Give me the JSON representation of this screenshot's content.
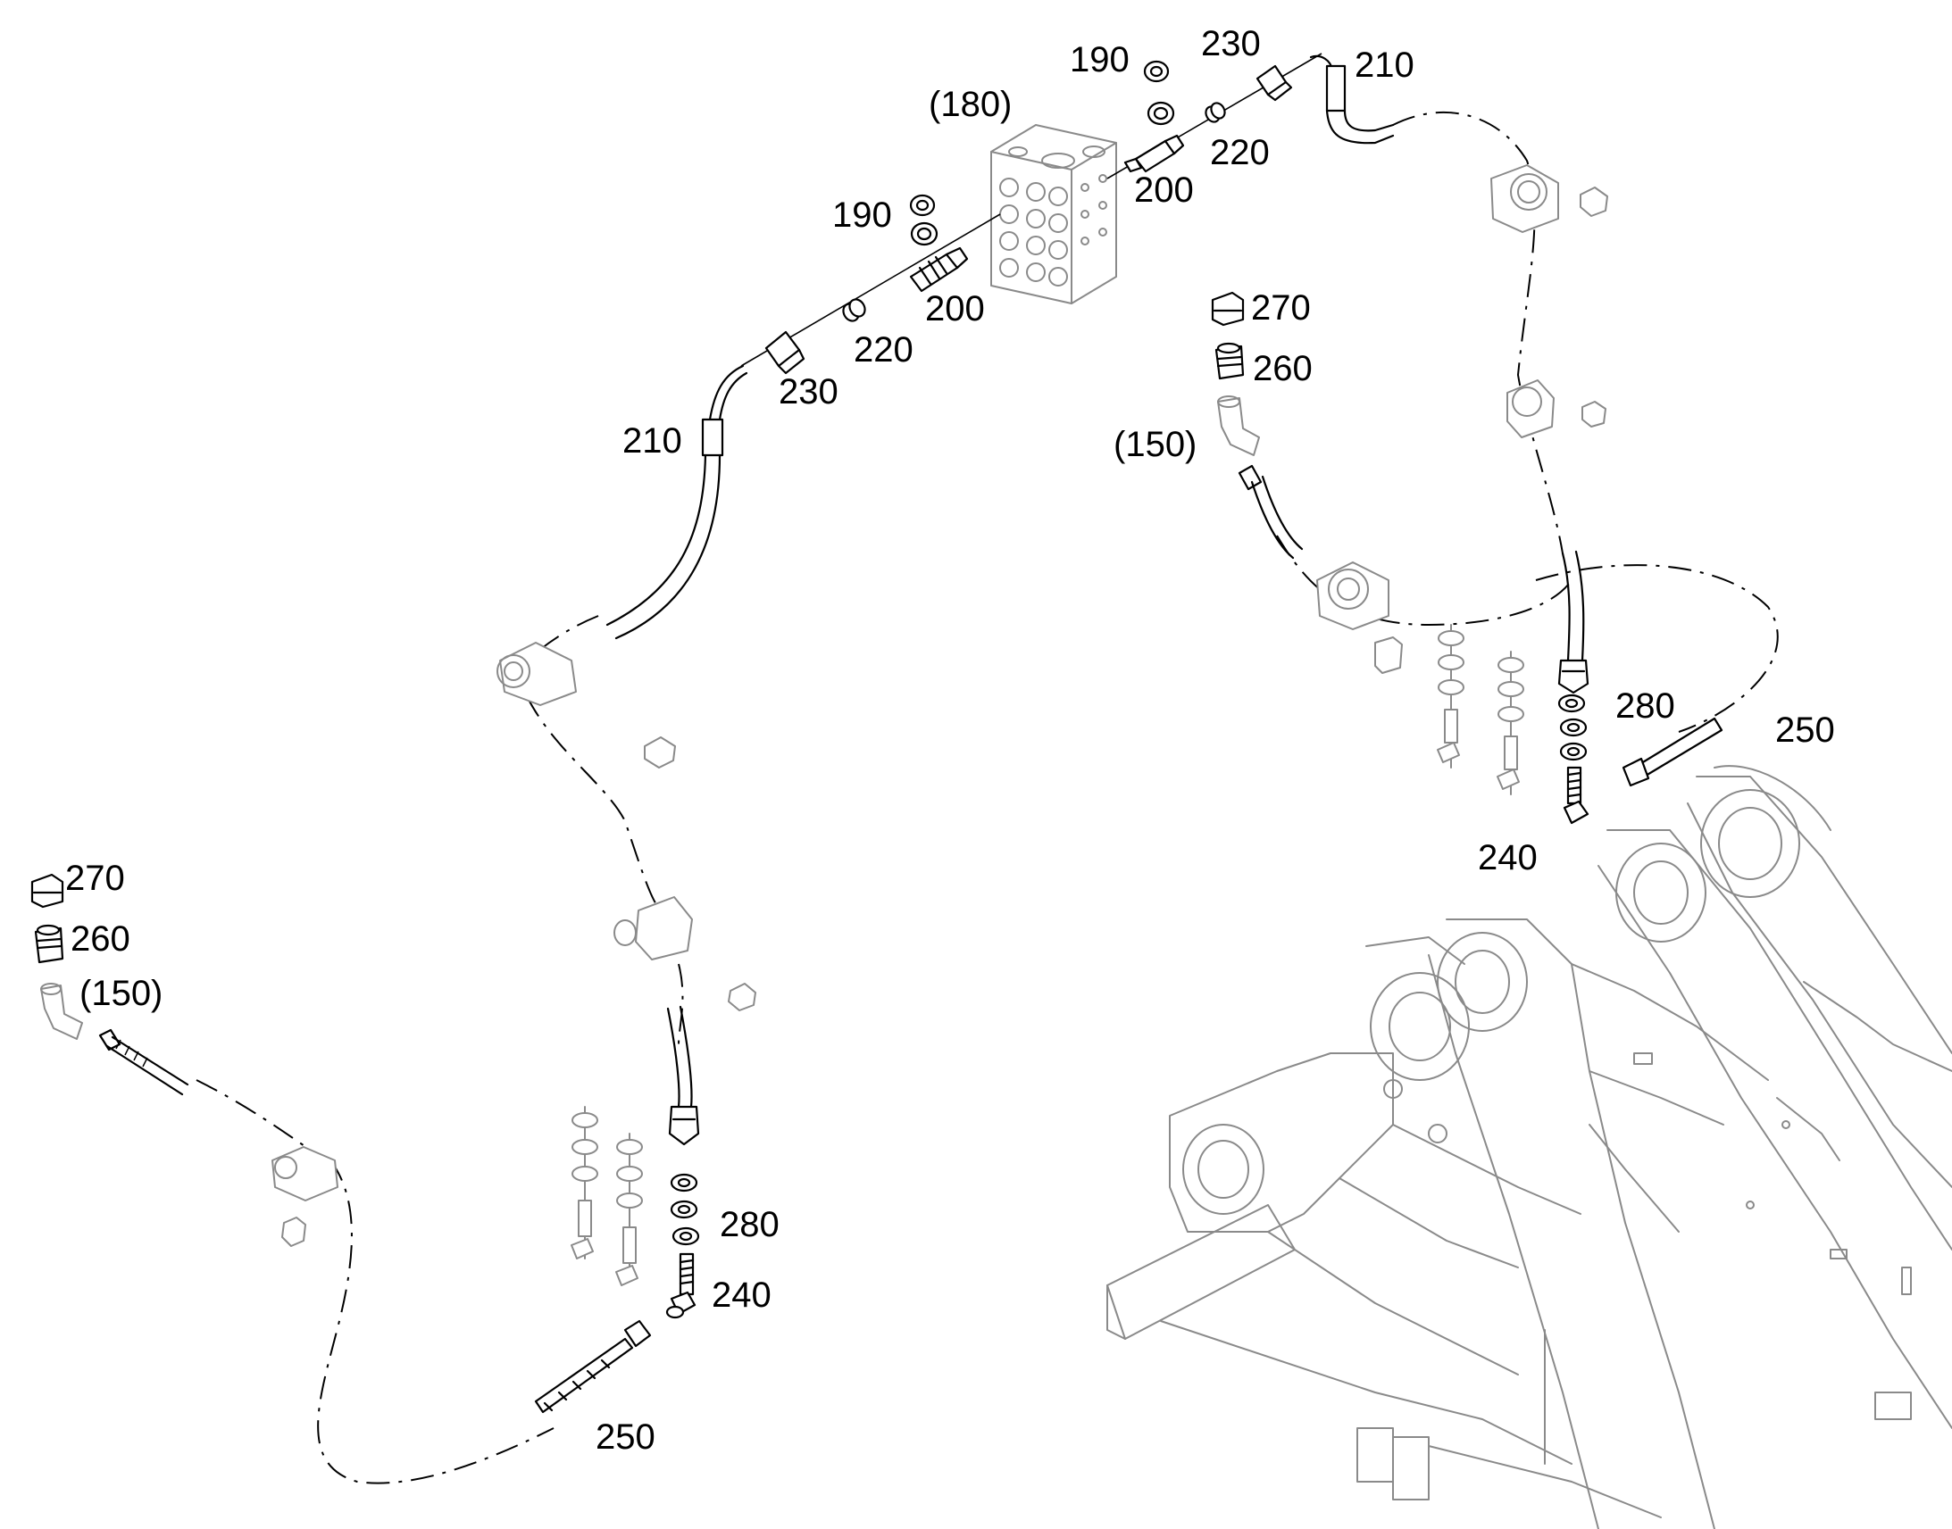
{
  "diagram": {
    "callouts": {
      "c180": "(180)",
      "c190_a": "190",
      "c190_b": "190",
      "c200_a": "200",
      "c200_b": "200",
      "c210_a": "210",
      "c210_b": "210",
      "c220_a": "220",
      "c220_b": "220",
      "c230_a": "230",
      "c230_b": "230",
      "c270_a": "270",
      "c260_a": "260",
      "c150_a": "(150)",
      "c270_b": "270",
      "c260_b": "260",
      "c150_b": "(150)",
      "c280_a": "280",
      "c280_b": "280",
      "c240_a": "240",
      "c240_b": "240",
      "c250_a": "250",
      "c250_b": "250"
    }
  }
}
